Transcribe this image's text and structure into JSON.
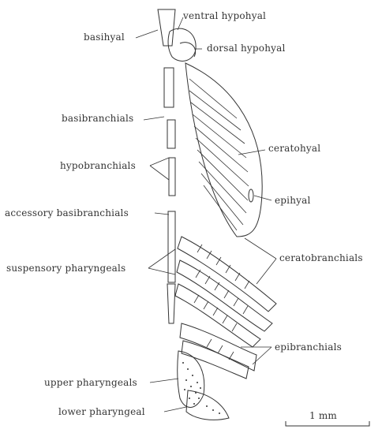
{
  "labels": {
    "basihyal": "basihyal",
    "ventral_hypohyal": "ventral hypohyal",
    "dorsal_hypohyal": "dorsal hypohyal",
    "basibranchials": "basibranchials",
    "ceratohyal": "ceratohyal",
    "hypobranchials": "hypobranchials",
    "epihyal": "epihyal",
    "accessory_basibranchials": "accessory basibranchials",
    "ceratobranchials": "ceratobranchials",
    "suspensory_pharyngeals": "suspensory pharyngeals",
    "epibranchials": "epibranchials",
    "upper_pharyngeals": "upper pharyngeals",
    "lower_pharyngeal": "lower pharyngeal",
    "scale_bar": "1 mm"
  },
  "colors": {
    "ink": "#333333",
    "background": "#ffffff"
  }
}
